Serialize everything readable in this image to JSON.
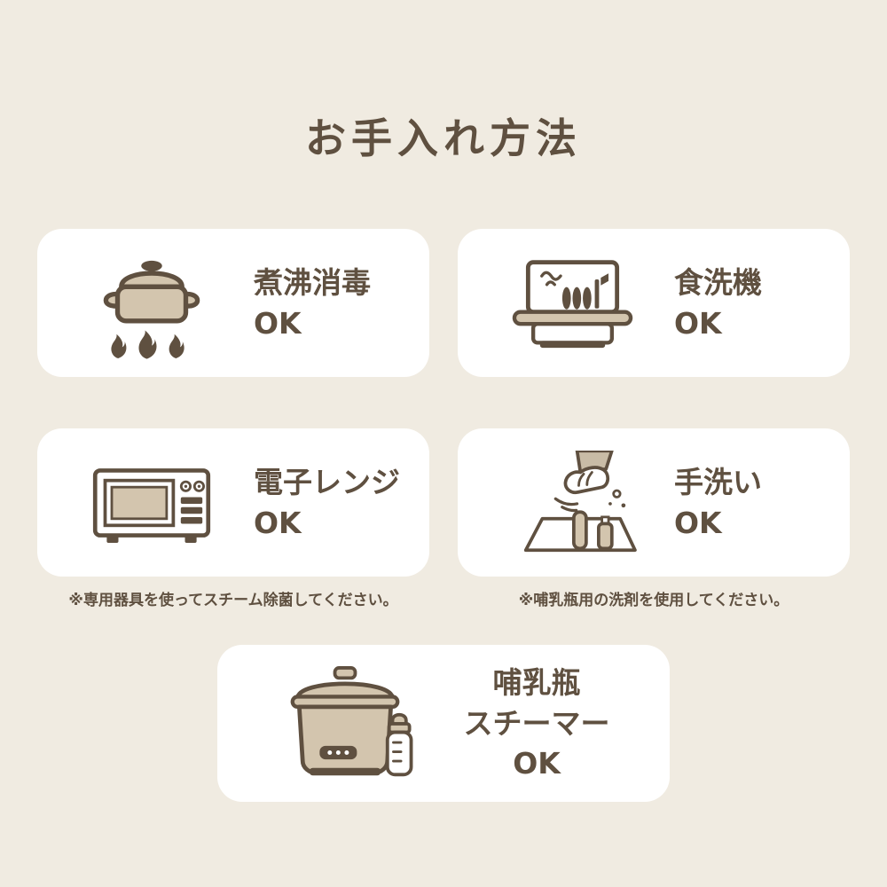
{
  "title": "お手入れ方法",
  "cards": [
    {
      "icon": "pot-boiling-icon",
      "label": "煮沸消毒",
      "status": "OK"
    },
    {
      "icon": "dishwasher-icon",
      "label": "食洗機",
      "status": "OK"
    },
    {
      "icon": "microwave-icon",
      "label": "電子レンジ",
      "status": "OK"
    },
    {
      "icon": "hand-wash-icon",
      "label": "手洗い",
      "status": "OK"
    },
    {
      "icon": "bottle-steamer-icon",
      "label_line1": "哺乳瓶",
      "label_line2": "スチーマー",
      "status": "OK"
    }
  ],
  "footnotes": [
    "※専用器具を使ってスチーム除菌してください。",
    "※哺乳瓶用の洗剤を使用してください。"
  ],
  "colors": {
    "background": "#f0ebe1",
    "card": "#ffffff",
    "text": "#5f5040",
    "icon_fill": "#d3c5ae"
  }
}
